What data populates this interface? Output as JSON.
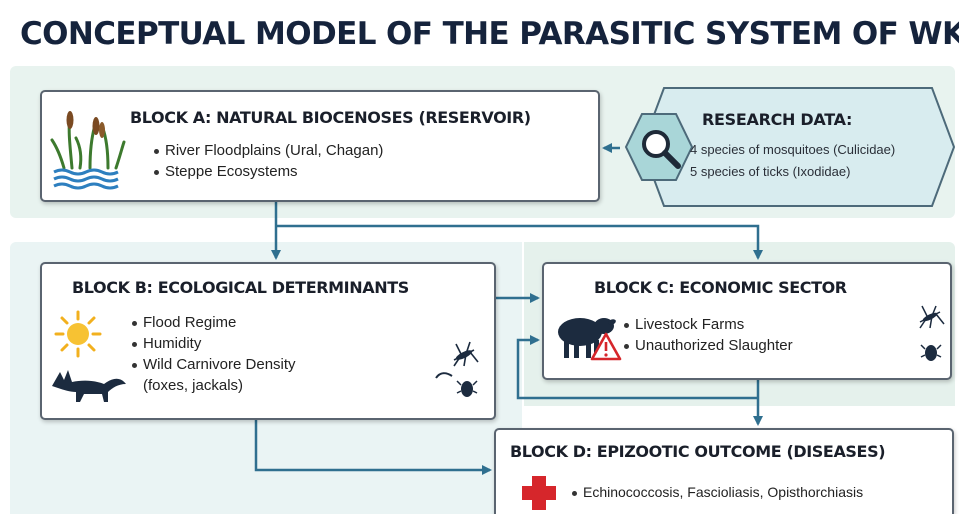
{
  "page_title": "CONCEPTUAL MODEL OF THE PARASITIC SYSTEM OF WKR",
  "block_a": {
    "title": "BLOCK A: NATURAL BIOCENOSES (RESERVOIR)",
    "items": [
      "River Floodplains (Ural, Chagan)",
      "Steppe Ecosystems"
    ],
    "icon": "reeds-water-icon"
  },
  "research": {
    "title": "RESEARCH DATA:",
    "lines": [
      "4 species of mosquitoes (Culicidae)",
      "5 species of ticks (Ixodidae)"
    ],
    "icon": "magnifier-icon"
  },
  "block_b": {
    "title": "BLOCK B: ECOLOGICAL DETERMINANTS",
    "items": [
      "Flood Regime",
      "Humidity",
      "Wild Carnivore Density"
    ],
    "item_extra": "(foxes, jackals)",
    "icons": [
      "sun-icon",
      "fox-icon",
      "mosquito-icon",
      "tick-icon"
    ]
  },
  "block_c": {
    "title": "BLOCK C: ECONOMIC SECTOR",
    "items": [
      "Livestock Farms",
      "Unauthorized Slaughter"
    ],
    "icons": [
      "sheep-icon",
      "warning-icon",
      "mosquito-icon",
      "tick-icon"
    ]
  },
  "block_d": {
    "title": "BLOCK D: EPIZOOTIC OUTCOME (DISEASES)",
    "items": [
      "Echinococcosis, Fascioliasis, Opisthorchiasis"
    ],
    "icon": "medical-cross-icon"
  },
  "colors": {
    "arrow": "#2f6f8f",
    "title": "#15233c",
    "cross": "#d6262b",
    "sun": "#f2b01e",
    "warning": "#d6262b",
    "research_fill": "#d8ecef"
  }
}
